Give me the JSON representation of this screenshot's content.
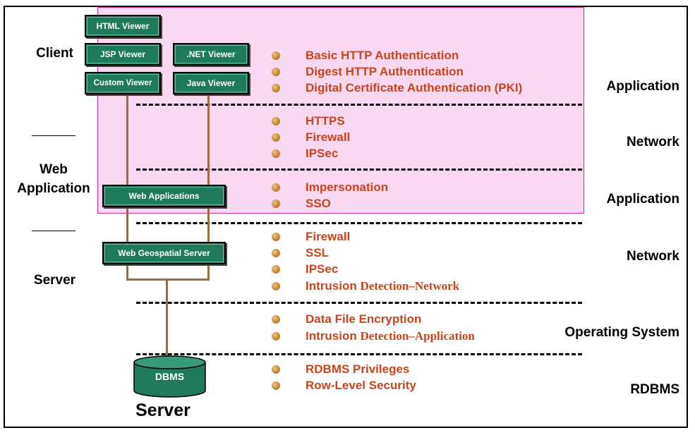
{
  "tiers": {
    "client": "Client",
    "web_application": "Web\nApplication",
    "server": "Server",
    "bottom_server": "Server"
  },
  "components": {
    "html_viewer": "HTML Viewer",
    "jsp_viewer": "JSP Viewer",
    "net_viewer": ".NET Viewer",
    "custom_viewer": "Custom Viewer",
    "java_viewer": "Java Viewer",
    "web_applications": "Web Applications",
    "web_geospatial_server": "Web Geospatial Server",
    "dbms": "DBMS"
  },
  "layers": [
    {
      "label": "Application",
      "items": [
        {
          "main": "Basic HTTP Authentication",
          "serif": ""
        },
        {
          "main": "Digest HTTP Authentication",
          "serif": ""
        },
        {
          "main": "Digital Certificate Authentication (PKI)",
          "serif": ""
        }
      ]
    },
    {
      "label": "Network",
      "items": [
        {
          "main": "HTTPS",
          "serif": ""
        },
        {
          "main": "Firewall",
          "serif": ""
        },
        {
          "main": "IPSec",
          "serif": ""
        }
      ]
    },
    {
      "label": "Application",
      "items": [
        {
          "main": "Impersonation",
          "serif": ""
        },
        {
          "main": "SSO",
          "serif": ""
        }
      ]
    },
    {
      "label": "Network",
      "items": [
        {
          "main": "Firewall",
          "serif": ""
        },
        {
          "main": "SSL",
          "serif": ""
        },
        {
          "main": "IPSec",
          "serif": ""
        },
        {
          "main": "Intrusion ",
          "serif": "Detection–Network"
        }
      ]
    },
    {
      "label": "Operating System",
      "items": [
        {
          "main": "Data File Encryption",
          "serif": ""
        },
        {
          "main": "Intrusion ",
          "serif": "Detection–Application"
        }
      ]
    },
    {
      "label": "RDBMS",
      "items": [
        {
          "main": "RDBMS Privileges",
          "serif": ""
        },
        {
          "main": "Row-Level Security",
          "serif": ""
        }
      ]
    }
  ],
  "colors": {
    "component_fill": "#1e7a5a",
    "item_text": "#c8441c",
    "highlight_region": "#fbd8f2",
    "connector": "#a06a3a"
  }
}
